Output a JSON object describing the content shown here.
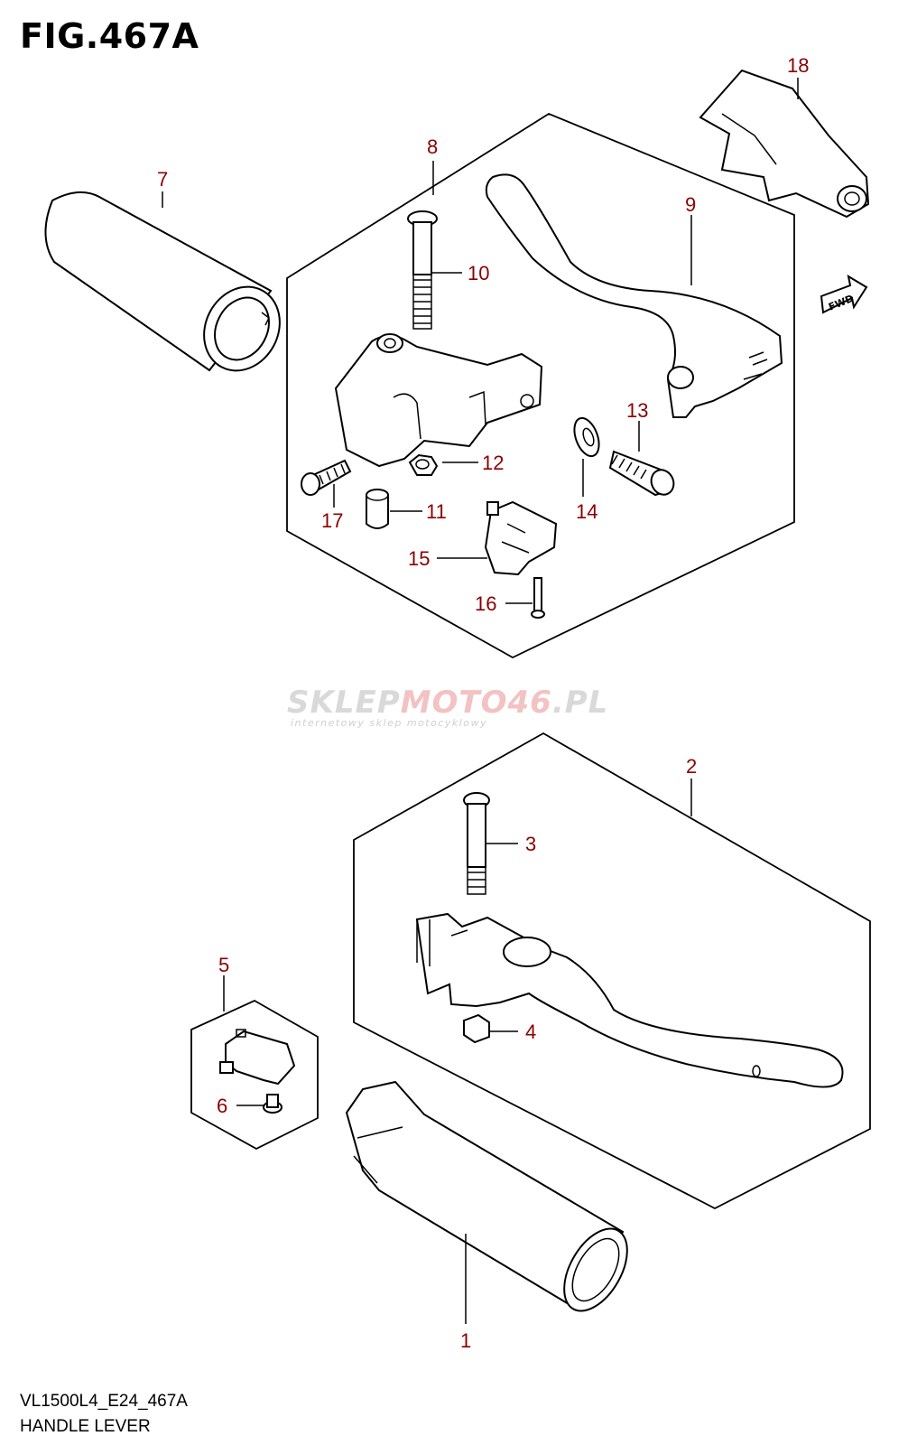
{
  "figure": {
    "title": "FIG.467A"
  },
  "watermark": {
    "brand_a": "SKLEP",
    "brand_b": "MOTO",
    "brand_c": "46",
    "brand_d": ".PL",
    "tagline": "internetowy sklep motocyklowy"
  },
  "fwd_label": "FWD",
  "footer": {
    "model_code": "VL1500L4_E24_467A",
    "caption": "HANDLE LEVER"
  },
  "callouts": {
    "p1": "1",
    "p2": "2",
    "p3": "3",
    "p4": "4",
    "p5": "5",
    "p6": "6",
    "p7": "7",
    "p8": "8",
    "p9": "9",
    "p10": "10",
    "p11": "11",
    "p12": "12",
    "p13": "13",
    "p14": "14",
    "p15": "15",
    "p16": "16",
    "p17": "17",
    "p18": "18"
  },
  "colors": {
    "callout": "#8b0000",
    "line": "#000000",
    "watermark": "#d9d9d9"
  }
}
